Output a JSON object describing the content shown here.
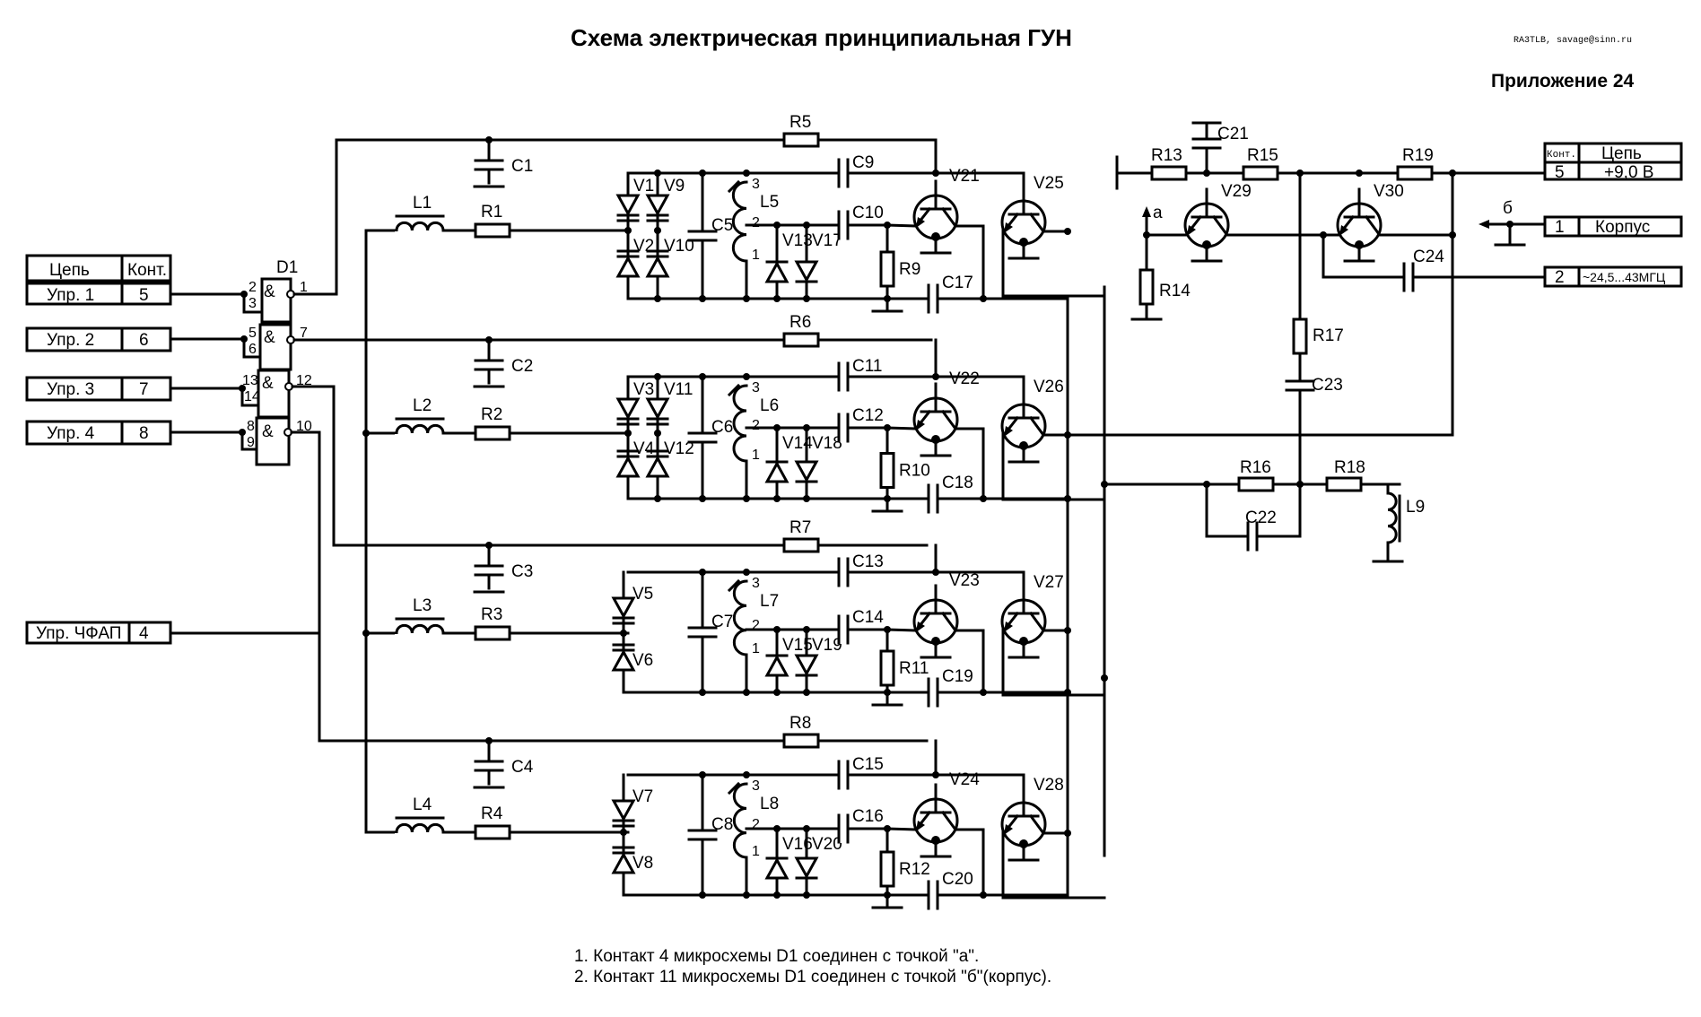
{
  "title": "Схема электрическая принципиальная ГУН",
  "author": "RA3TLB, savage@sinn.ru",
  "appendix": "Приложение 24",
  "left_table": {
    "headers": [
      "Цепь",
      "Конт."
    ],
    "rows": [
      {
        "net": "Упр. 1",
        "pin": "5"
      },
      {
        "net": "Упр. 2",
        "pin": "6"
      },
      {
        "net": "Упр. 3",
        "pin": "7"
      },
      {
        "net": "Упр. 4",
        "pin": "8"
      }
    ],
    "pll": {
      "net": "Упр. ЧФАП",
      "pin": "4"
    }
  },
  "right_table": {
    "headers": [
      "Конт.",
      "Цепь"
    ],
    "rows": [
      {
        "pin": "5",
        "net": "+9,0 В"
      },
      {
        "pin": "1",
        "net": "Корпус"
      },
      {
        "pin": "2",
        "net": "~24,5...43МГЦ"
      }
    ]
  },
  "chip": {
    "ref": "D1",
    "symbol": "&",
    "gates": [
      {
        "in_a": "2",
        "in_b": "3",
        "out": "1"
      },
      {
        "in_a": "5",
        "in_b": "6",
        "out": "7"
      },
      {
        "in_a": "13",
        "in_b": "14",
        "out": "12"
      },
      {
        "in_a": "8",
        "in_b": "9",
        "out": "10"
      }
    ]
  },
  "points": {
    "a": "а",
    "b": "б"
  },
  "stages": [
    {
      "L": "L1",
      "R": "R1",
      "Rb": "R5",
      "Cf": "C1",
      "Cp": "C5",
      "Lt": "L5",
      "Ct": "C9",
      "Cb": "C10",
      "Re": "R9",
      "Ce": "C17",
      "Vo": "V21",
      "Vs": "V25",
      "varicaps": [
        "V1",
        "V9",
        "V2",
        "V10"
      ],
      "diodes": [
        "V13",
        "V17"
      ]
    },
    {
      "L": "L2",
      "R": "R2",
      "Rb": "R6",
      "Cf": "C2",
      "Cp": "C6",
      "Lt": "L6",
      "Ct": "C11",
      "Cb": "C12",
      "Re": "R10",
      "Ce": "C18",
      "Vo": "V22",
      "Vs": "V26",
      "varicaps": [
        "V3",
        "V11",
        "V4",
        "V12"
      ],
      "diodes": [
        "V14",
        "V18"
      ]
    },
    {
      "L": "L3",
      "R": "R3",
      "Rb": "R7",
      "Cf": "C3",
      "Cp": "C7",
      "Lt": "L7",
      "Ct": "C13",
      "Cb": "C14",
      "Re": "R11",
      "Ce": "C19",
      "Vo": "V23",
      "Vs": "V27",
      "varicaps": [
        "V5",
        "V6"
      ],
      "diodes": [
        "V15",
        "V19"
      ]
    },
    {
      "L": "L4",
      "R": "R4",
      "Rb": "R8",
      "Cf": "C4",
      "Cp": "C8",
      "Lt": "L8",
      "Ct": "C15",
      "Cb": "C16",
      "Re": "R12",
      "Ce": "C20",
      "Vo": "V24",
      "Vs": "V28",
      "varicaps": [
        "V7",
        "V8"
      ],
      "diodes": [
        "V16",
        "V20"
      ]
    }
  ],
  "tap_labels": [
    "3",
    "2",
    "1"
  ],
  "output": {
    "R13": "R13",
    "R14": "R14",
    "R15": "R15",
    "R16": "R16",
    "R17": "R17",
    "R18": "R18",
    "R19": "R19",
    "C21": "C21",
    "C22": "C22",
    "C23": "C23",
    "C24": "C24",
    "V29": "V29",
    "V30": "V30",
    "L9": "L9"
  },
  "notes": [
    "1. Контакт 4 микросхемы D1 соединен с точкой \"а\".",
    "2. Контакт 11 микросхемы D1 соединен с точкой \"б\"(корпус)."
  ]
}
